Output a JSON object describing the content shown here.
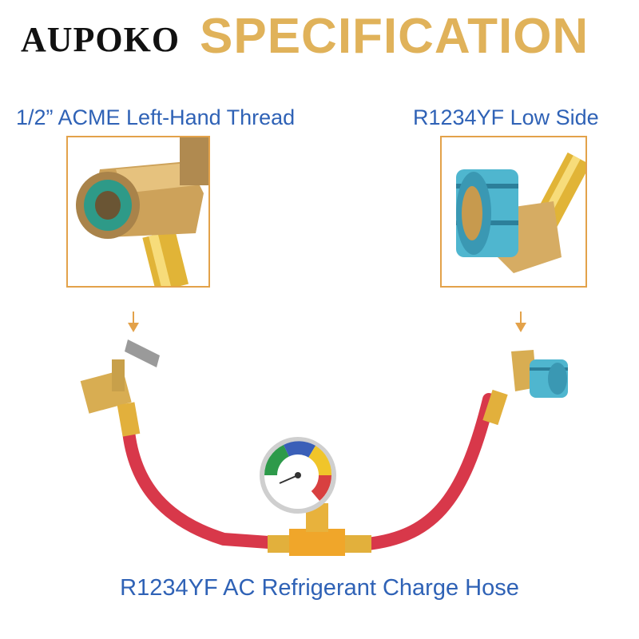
{
  "brand": {
    "name": "AUPOKO"
  },
  "header": {
    "title": "SPECIFICATION"
  },
  "callouts": [
    {
      "label": "1/2” ACME Left-Hand Thread"
    },
    {
      "label": "R1234YF Low Side"
    }
  ],
  "caption": "R1234YF AC Refrigerant Charge Hose",
  "colors": {
    "brand_gold": "#e0b25a",
    "label_blue": "#2f62b6",
    "frame_orange": "#e3a24a",
    "hose_red": "#d8384a",
    "brass": "#d8ad52",
    "coupler_blue": "#4fb6cf"
  }
}
